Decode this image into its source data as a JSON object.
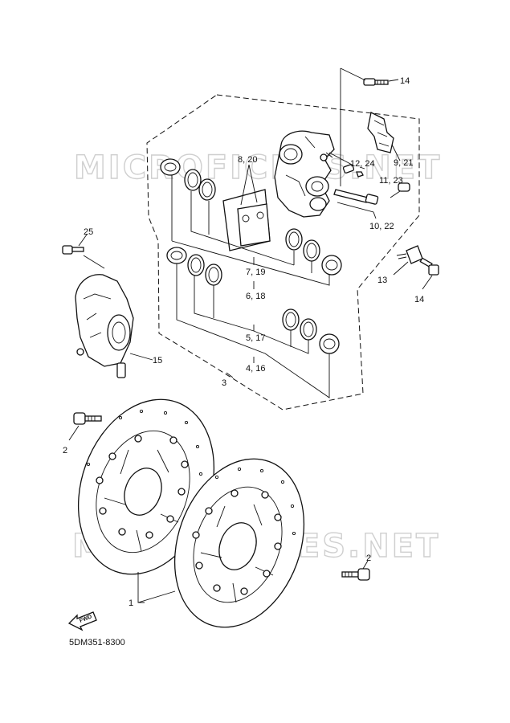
{
  "diagram": {
    "code": "5DM351-8300",
    "fwd_label": "FWD",
    "watermarks": [
      "MICROFICHES.NET",
      "MICROFICHES.NET"
    ],
    "callouts": {
      "c14a": "14",
      "c8_20": "8, 20",
      "c12_24": "12, 24",
      "c9_21": "9, 21",
      "c11_23": "11, 23",
      "c10_22": "10, 22",
      "c25": "25",
      "c7_19": "7, 19",
      "c6_18": "6, 18",
      "c13": "13",
      "c14b": "14",
      "c5_17": "5, 17",
      "c15": "15",
      "c4_16": "4, 16",
      "c3": "3",
      "c2a": "2",
      "c2b": "2",
      "c1": "1"
    }
  }
}
